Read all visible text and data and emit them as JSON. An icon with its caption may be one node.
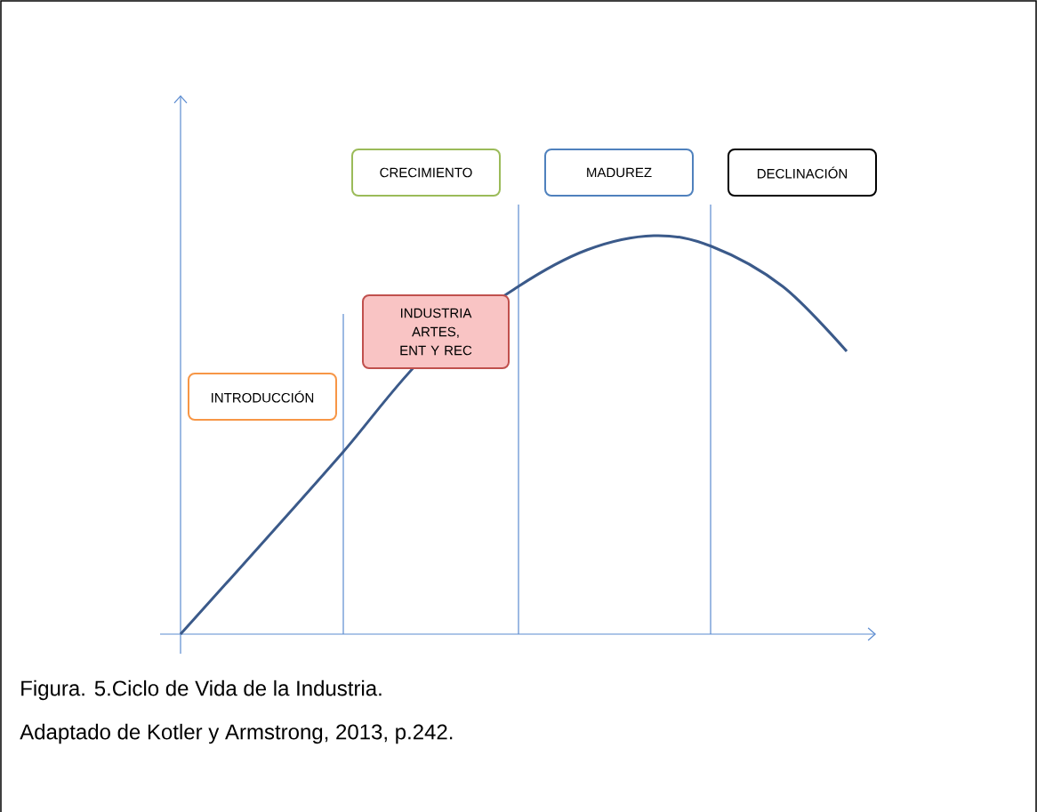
{
  "diagram": {
    "caption": "Figura.  5.Ciclo de Vida de la Industria.",
    "nodes": [
      {
        "text": [
          "INTRODUCCIÓN"
        ]
      },
      {
        "text": [
          "INDUSTRIA ARTES, ENT Y REC"
        ]
      },
      {
        "text": [
          "CRECIMIENTO"
        ]
      },
      {
        "text": [
          "MADUREZ"
        ]
      },
      {
        "text": [
          "DECLINACIÓN"
        ]
      }
    ],
    "labels": [
      "Adaptado de Kotler y Armstrong, 2013, p.242."
    ]
  }
}
